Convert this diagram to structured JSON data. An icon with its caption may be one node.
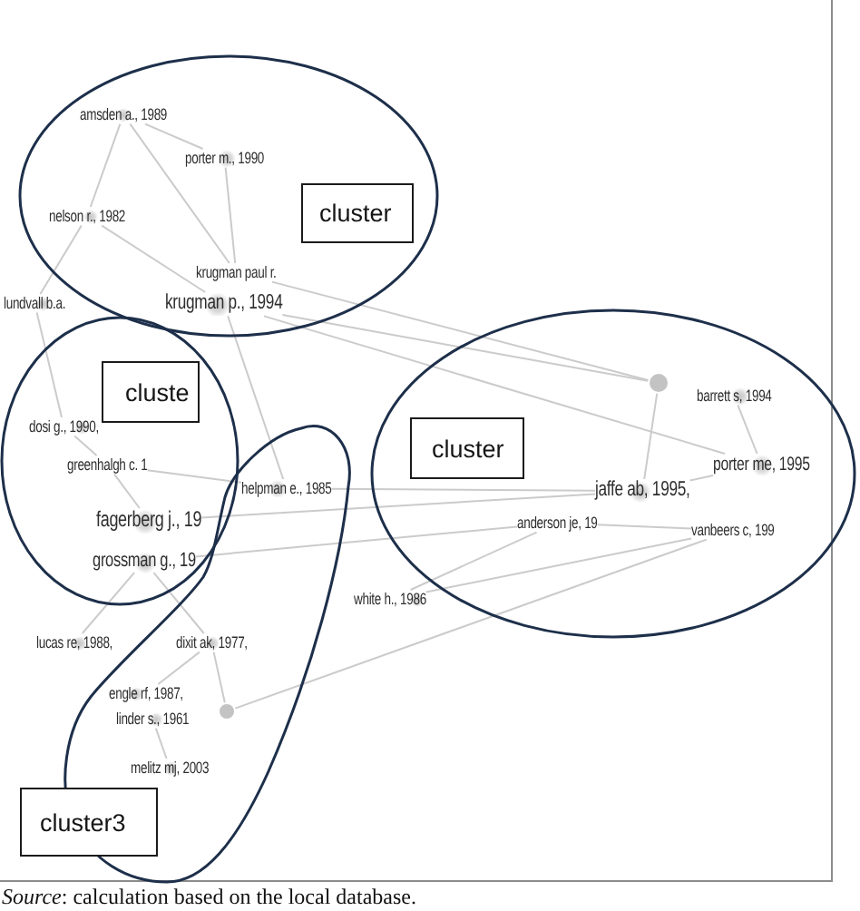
{
  "diagram": {
    "caption": "*Source*: calculation based on the local database.",
    "nodes": [
      {
        "text": [],
        "shape": "ellipse"
      },
      {
        "text": [
          "cluster"
        ],
        "in": 0
      },
      {
        "text": [
          "amsden a., 1989"
        ],
        "in": 0
      },
      {
        "text": [
          "porter m., 1990"
        ],
        "in": 0
      },
      {
        "text": [
          "nelson r., 1982"
        ],
        "in": 0
      },
      {
        "text": [
          "krugman paul r."
        ],
        "in": 0
      },
      {
        "text": [
          "lundvall b.a."
        ]
      },
      {
        "text": [
          "krugman p., 1994"
        ],
        "in": 0
      },
      {
        "text": [],
        "shape": "ellipse"
      },
      {
        "text": [],
        "shape": "circle",
        "in": 8
      },
      {
        "text": [
          "barrett s, 1994"
        ],
        "in": 8
      },
      {
        "text": [
          "cluster"
        ],
        "in": 8
      },
      {
        "text": [
          "porter me, 1995"
        ],
        "in": 8
      },
      {
        "text": [
          "jaffe ab, 1995,"
        ],
        "in": 8
      },
      {
        "text": [
          "anderson je, 19"
        ],
        "in": 8
      },
      {
        "text": [
          "vanbeers c, 199"
        ],
        "in": 8
      },
      {
        "text": [],
        "shape": "circle"
      },
      {
        "text": [
          "cluste"
        ],
        "in": 16
      },
      {
        "text": [
          "dosi g., 1990,"
        ],
        "in": 16
      },
      {
        "text": [
          "greenhalgh c. 1"
        ],
        "in": 16
      },
      {
        "text": [
          "fagerberg j., 19"
        ],
        "in": 16
      },
      {
        "text": [
          "grossman g., 19"
        ],
        "in": 16
      },
      {
        "text": [],
        "shape": "oval"
      },
      {
        "text": [
          "helpman e., 1985"
        ],
        "in": 22
      },
      {
        "text": [
          "white h., 1986"
        ]
      },
      {
        "text": [
          "lucas re, 1988,"
        ]
      },
      {
        "text": [
          "dixit ak, 1977,"
        ],
        "in": 22
      },
      {
        "text": [
          "engle rf, 1987,"
        ],
        "in": 22
      },
      {
        "text": [],
        "shape": "circle",
        "in": 22
      },
      {
        "text": [
          "linder s., 1961"
        ],
        "in": 22
      },
      {
        "text": [
          "melitz mj, 2003"
        ],
        "in": 22
      },
      {
        "text": [
          "cluster3"
        ]
      }
    ],
    "edges": [
      {
        "from": 2,
        "to": 4,
        "arrow": "none"
      },
      {
        "from": 2,
        "to": 3,
        "arrow": "none"
      },
      {
        "from": 2,
        "to": 5,
        "arrow": "none"
      },
      {
        "from": 3,
        "to": 5,
        "arrow": "none"
      },
      {
        "from": 4,
        "to": 6,
        "arrow": "none"
      },
      {
        "from": 4,
        "to": 7,
        "arrow": "none"
      },
      {
        "from": 6,
        "to": 18,
        "arrow": "none"
      },
      {
        "from": 18,
        "to": 19,
        "arrow": "none"
      },
      {
        "from": 19,
        "to": 20,
        "arrow": "none"
      },
      {
        "from": 19,
        "to": 23,
        "arrow": "none"
      },
      {
        "from": 7,
        "to": 23,
        "arrow": "none"
      },
      {
        "from": 7,
        "to": 9,
        "arrow": "none"
      },
      {
        "from": 5,
        "to": 9,
        "arrow": "none"
      },
      {
        "from": 7,
        "to": 12,
        "arrow": "none"
      },
      {
        "from": 9,
        "to": 13,
        "arrow": "none"
      },
      {
        "from": 10,
        "to": 12,
        "arrow": "none"
      },
      {
        "from": 13,
        "to": 12,
        "arrow": "none"
      },
      {
        "from": 20,
        "to": 13,
        "arrow": "none"
      },
      {
        "from": 23,
        "to": 13,
        "arrow": "none"
      },
      {
        "from": 21,
        "to": 14,
        "arrow": "none"
      },
      {
        "from": 14,
        "to": 15,
        "arrow": "none"
      },
      {
        "from": 24,
        "to": 14,
        "arrow": "none"
      },
      {
        "from": 24,
        "to": 15,
        "arrow": "none"
      },
      {
        "from": 25,
        "to": 21,
        "arrow": "none"
      },
      {
        "from": 26,
        "to": 21,
        "arrow": "none"
      },
      {
        "from": 27,
        "to": 26,
        "arrow": "none"
      },
      {
        "from": 29,
        "to": 30,
        "arrow": "none"
      },
      {
        "from": 28,
        "to": 26,
        "arrow": "none"
      },
      {
        "from": 28,
        "to": 15,
        "arrow": "none"
      }
    ]
  }
}
